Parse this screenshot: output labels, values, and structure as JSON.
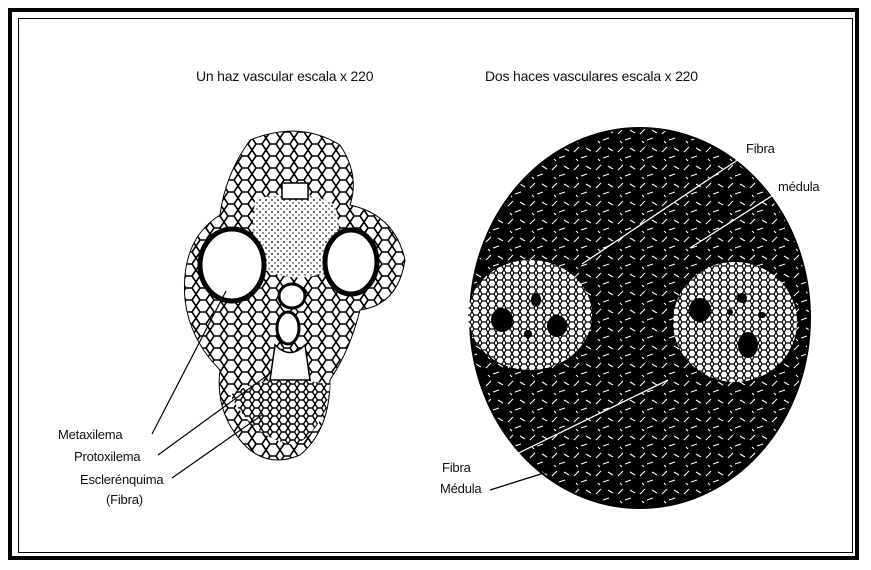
{
  "left_panel": {
    "title": "Un haz vascular escala x 220",
    "labels": {
      "metaxilema": "Metaxilema",
      "protoxilema": "Protoxilema",
      "esclerenquima": "Esclerénquima",
      "fibra_paren": "(Fibra)"
    }
  },
  "right_panel": {
    "title": "Dos haces vasculares escala x 220",
    "labels": {
      "fibra_top": "Fibra",
      "medula_top": "médula",
      "fibra_bottom": "Fibra",
      "medula_bottom": "Médula"
    }
  },
  "colors": {
    "ink": "#000000",
    "paper": "#ffffff"
  }
}
